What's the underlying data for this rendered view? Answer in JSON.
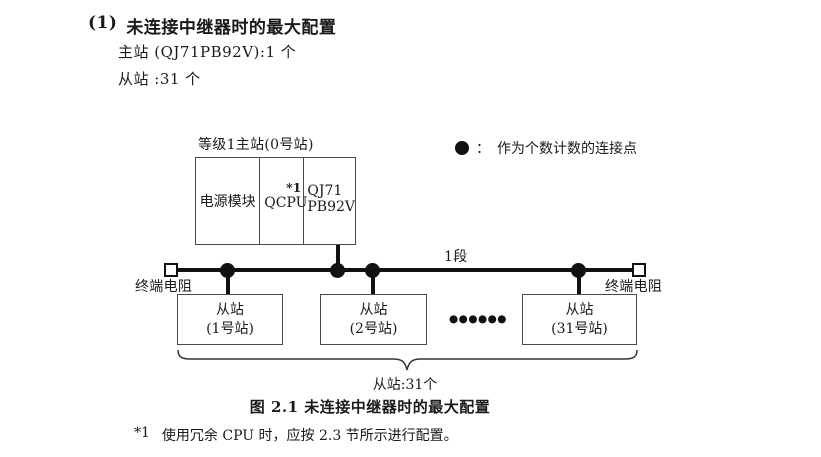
{
  "page": {
    "heading_number": "(1)",
    "heading_title": "未连接中继器时的最大配置",
    "master_count_line": "主站 (QJ71PB92V):1 个",
    "slave_count_line": "从站 :31 个"
  },
  "diagram": {
    "master_station": {
      "label": "等级1主站(0号站)",
      "modules": [
        {
          "name": "电源模块"
        },
        {
          "name": "QCPU",
          "note_ref": "*1"
        },
        {
          "line1": "QJ71",
          "line2": "PB92V"
        }
      ]
    },
    "legend": {
      "separator": "：",
      "text": "作为个数计数的连接点"
    },
    "segment_label": "1段",
    "terminator_left_label": "终端电阻",
    "terminator_right_label": "终端电阻",
    "slaves": [
      {
        "line1": "从站",
        "line2": "(1号站)"
      },
      {
        "line1": "从站",
        "line2": "(2号站)"
      },
      {
        "line1": "从站",
        "line2": "(31号站)"
      }
    ],
    "ellipsis": "●●●●●●",
    "brace_label": "从站:31个"
  },
  "caption": "图 2.1 未连接中继器时的最大配置",
  "footnote": {
    "marker": "*1",
    "text": "使用冗余 CPU 时，应按 2.3 节所示进行配置。"
  }
}
